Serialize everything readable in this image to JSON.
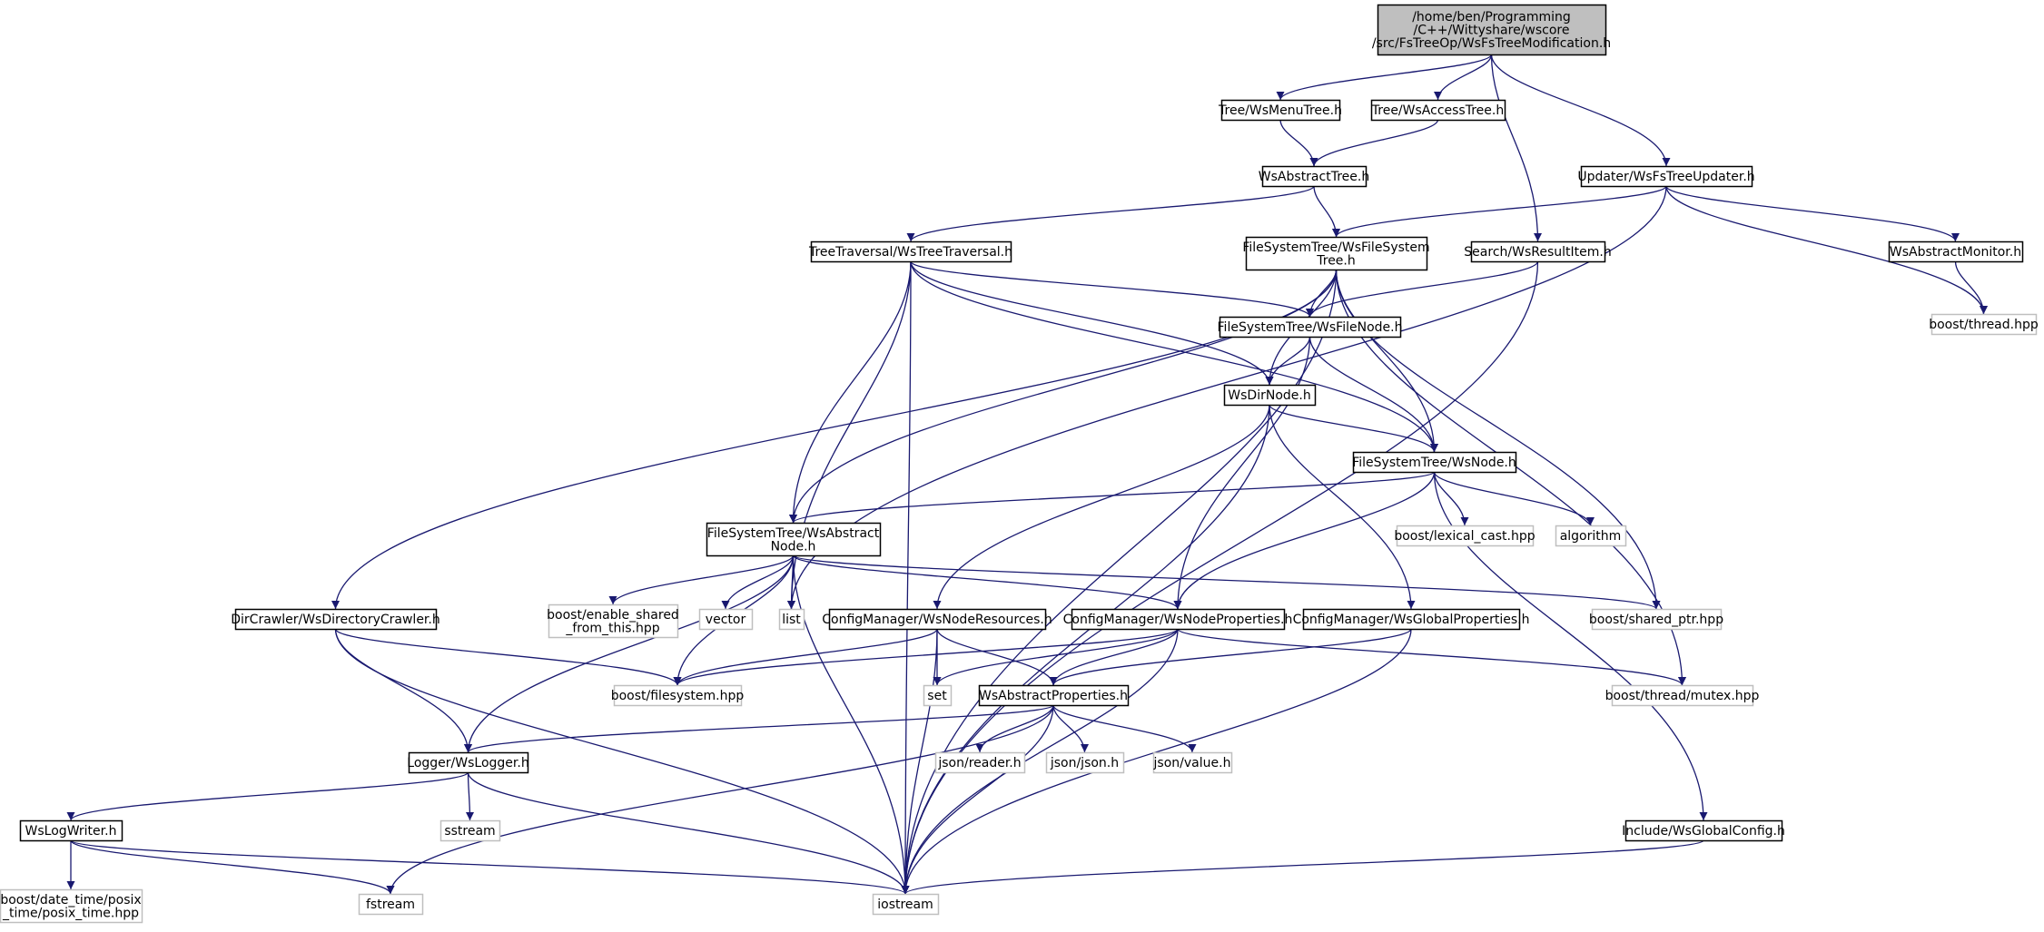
{
  "diagram": {
    "nodes": [
      {
        "id": "root",
        "lines": [
          "/home/ben/Programming",
          "/C++/Wittyshare/wscore",
          "/src/FsTreeOp/WsFsTreeModification.h"
        ],
        "kind": "root"
      },
      {
        "id": "menutree",
        "lines": [
          "Tree/WsMenuTree.h"
        ],
        "kind": "file"
      },
      {
        "id": "accesstree",
        "lines": [
          "Tree/WsAccessTree.h"
        ],
        "kind": "file"
      },
      {
        "id": "abstracttree",
        "lines": [
          "WsAbstractTree.h"
        ],
        "kind": "file"
      },
      {
        "id": "fstreeupdater",
        "lines": [
          "Updater/WsFsTreeUpdater.h"
        ],
        "kind": "file"
      },
      {
        "id": "treetraversal",
        "lines": [
          "TreeTraversal/WsTreeTraversal.h"
        ],
        "kind": "file"
      },
      {
        "id": "filesystemtree",
        "lines": [
          "FileSystemTree/WsFileSystem",
          "Tree.h"
        ],
        "kind": "file"
      },
      {
        "id": "resultitem",
        "lines": [
          "Search/WsResultItem.h"
        ],
        "kind": "file"
      },
      {
        "id": "abstractmonitor",
        "lines": [
          "WsAbstractMonitor.h"
        ],
        "kind": "file"
      },
      {
        "id": "boostthread",
        "lines": [
          "boost/thread.hpp"
        ],
        "kind": "external"
      },
      {
        "id": "filenode",
        "lines": [
          "FileSystemTree/WsFileNode.h"
        ],
        "kind": "file"
      },
      {
        "id": "dirnode",
        "lines": [
          "WsDirNode.h"
        ],
        "kind": "file"
      },
      {
        "id": "wsnode",
        "lines": [
          "FileSystemTree/WsNode.h"
        ],
        "kind": "file"
      },
      {
        "id": "lexicalcast",
        "lines": [
          "boost/lexical_cast.hpp"
        ],
        "kind": "external"
      },
      {
        "id": "algorithm",
        "lines": [
          "algorithm"
        ],
        "kind": "external"
      },
      {
        "id": "abstractnode",
        "lines": [
          "FileSystemTree/WsAbstract",
          "Node.h"
        ],
        "kind": "file"
      },
      {
        "id": "enableshared",
        "lines": [
          "boost/enable_shared",
          "_from_this.hpp"
        ],
        "kind": "external"
      },
      {
        "id": "vector",
        "lines": [
          "vector"
        ],
        "kind": "external"
      },
      {
        "id": "list",
        "lines": [
          "list"
        ],
        "kind": "external"
      },
      {
        "id": "dircrawler",
        "lines": [
          "DirCrawler/WsDirectoryCrawler.h"
        ],
        "kind": "file"
      },
      {
        "id": "noderesources",
        "lines": [
          "ConfigManager/WsNodeResources.h"
        ],
        "kind": "file"
      },
      {
        "id": "nodeproperties",
        "lines": [
          "ConfigManager/WsNodeProperties.h"
        ],
        "kind": "file"
      },
      {
        "id": "globalproperties",
        "lines": [
          "ConfigManager/WsGlobalProperties.h"
        ],
        "kind": "file"
      },
      {
        "id": "sharedptr",
        "lines": [
          "boost/shared_ptr.hpp"
        ],
        "kind": "external"
      },
      {
        "id": "filesystem",
        "lines": [
          "boost/filesystem.hpp"
        ],
        "kind": "external"
      },
      {
        "id": "set",
        "lines": [
          "set"
        ],
        "kind": "external"
      },
      {
        "id": "abstractproperties",
        "lines": [
          "WsAbstractProperties.h"
        ],
        "kind": "file"
      },
      {
        "id": "mutex",
        "lines": [
          "boost/thread/mutex.hpp"
        ],
        "kind": "external"
      },
      {
        "id": "logger",
        "lines": [
          "Logger/WsLogger.h"
        ],
        "kind": "file"
      },
      {
        "id": "jsonreader",
        "lines": [
          "json/reader.h"
        ],
        "kind": "external"
      },
      {
        "id": "jsonjson",
        "lines": [
          "json/json.h"
        ],
        "kind": "external"
      },
      {
        "id": "jsonvalue",
        "lines": [
          "json/value.h"
        ],
        "kind": "external"
      },
      {
        "id": "sstream",
        "lines": [
          "sstream"
        ],
        "kind": "external"
      },
      {
        "id": "logwriter",
        "lines": [
          "WsLogWriter.h"
        ],
        "kind": "file"
      },
      {
        "id": "globalconfig",
        "lines": [
          "Include/WsGlobalConfig.h"
        ],
        "kind": "file"
      },
      {
        "id": "posixtime",
        "lines": [
          "boost/date_time/posix",
          "_time/posix_time.hpp"
        ],
        "kind": "external"
      },
      {
        "id": "fstream",
        "lines": [
          "fstream"
        ],
        "kind": "external"
      },
      {
        "id": "iostream",
        "lines": [
          "iostream"
        ],
        "kind": "external"
      }
    ],
    "edges": [
      [
        "root",
        "menutree"
      ],
      [
        "root",
        "accesstree"
      ],
      [
        "root",
        "resultitem"
      ],
      [
        "root",
        "fstreeupdater"
      ],
      [
        "menutree",
        "abstracttree"
      ],
      [
        "accesstree",
        "abstracttree"
      ],
      [
        "abstracttree",
        "treetraversal"
      ],
      [
        "abstracttree",
        "filesystemtree"
      ],
      [
        "fstreeupdater",
        "filesystemtree"
      ],
      [
        "fstreeupdater",
        "abstractmonitor"
      ],
      [
        "fstreeupdater",
        "boostthread"
      ],
      [
        "fstreeupdater",
        "list"
      ],
      [
        "abstractmonitor",
        "boostthread"
      ],
      [
        "treetraversal",
        "filenode"
      ],
      [
        "treetraversal",
        "dirnode"
      ],
      [
        "treetraversal",
        "wsnode"
      ],
      [
        "treetraversal",
        "abstractnode"
      ],
      [
        "treetraversal",
        "list"
      ],
      [
        "treetraversal",
        "iostream"
      ],
      [
        "filesystemtree",
        "filenode"
      ],
      [
        "filesystemtree",
        "dirnode"
      ],
      [
        "filesystemtree",
        "wsnode"
      ],
      [
        "filesystemtree",
        "abstractnode"
      ],
      [
        "filesystemtree",
        "dircrawler"
      ],
      [
        "filesystemtree",
        "sharedptr"
      ],
      [
        "filesystemtree",
        "mutex"
      ],
      [
        "filesystemtree",
        "iostream"
      ],
      [
        "resultitem",
        "filenode"
      ],
      [
        "resultitem",
        "iostream"
      ],
      [
        "filenode",
        "dirnode"
      ],
      [
        "filenode",
        "wsnode"
      ],
      [
        "filenode",
        "nodeproperties"
      ],
      [
        "dirnode",
        "wsnode"
      ],
      [
        "dirnode",
        "noderesources"
      ],
      [
        "dirnode",
        "globalproperties"
      ],
      [
        "dirnode",
        "iostream"
      ],
      [
        "wsnode",
        "abstractnode"
      ],
      [
        "wsnode",
        "lexicalcast"
      ],
      [
        "wsnode",
        "algorithm"
      ],
      [
        "wsnode",
        "nodeproperties"
      ],
      [
        "wsnode",
        "globalconfig"
      ],
      [
        "abstractnode",
        "enableshared"
      ],
      [
        "abstractnode",
        "vector"
      ],
      [
        "abstractnode",
        "list"
      ],
      [
        "abstractnode",
        "sharedptr"
      ],
      [
        "abstractnode",
        "filesystem"
      ],
      [
        "abstractnode",
        "nodeproperties"
      ],
      [
        "abstractnode",
        "logger"
      ],
      [
        "abstractnode",
        "iostream"
      ],
      [
        "dircrawler",
        "filesystem"
      ],
      [
        "dircrawler",
        "logger"
      ],
      [
        "dircrawler",
        "iostream"
      ],
      [
        "noderesources",
        "filesystem"
      ],
      [
        "noderesources",
        "set"
      ],
      [
        "noderesources",
        "abstractproperties"
      ],
      [
        "noderesources",
        "iostream"
      ],
      [
        "nodeproperties",
        "filesystem"
      ],
      [
        "nodeproperties",
        "set"
      ],
      [
        "nodeproperties",
        "abstractproperties"
      ],
      [
        "nodeproperties",
        "mutex"
      ],
      [
        "nodeproperties",
        "iostream"
      ],
      [
        "globalproperties",
        "abstractproperties"
      ],
      [
        "globalproperties",
        "iostream"
      ],
      [
        "abstractproperties",
        "logger"
      ],
      [
        "abstractproperties",
        "jsonreader"
      ],
      [
        "abstractproperties",
        "jsonjson"
      ],
      [
        "abstractproperties",
        "jsonvalue"
      ],
      [
        "abstractproperties",
        "fstream"
      ],
      [
        "abstractproperties",
        "iostream"
      ],
      [
        "logger",
        "logwriter"
      ],
      [
        "logger",
        "sstream"
      ],
      [
        "logger",
        "iostream"
      ],
      [
        "logwriter",
        "posixtime"
      ],
      [
        "logwriter",
        "fstream"
      ],
      [
        "logwriter",
        "iostream"
      ],
      [
        "globalconfig",
        "iostream"
      ]
    ]
  }
}
